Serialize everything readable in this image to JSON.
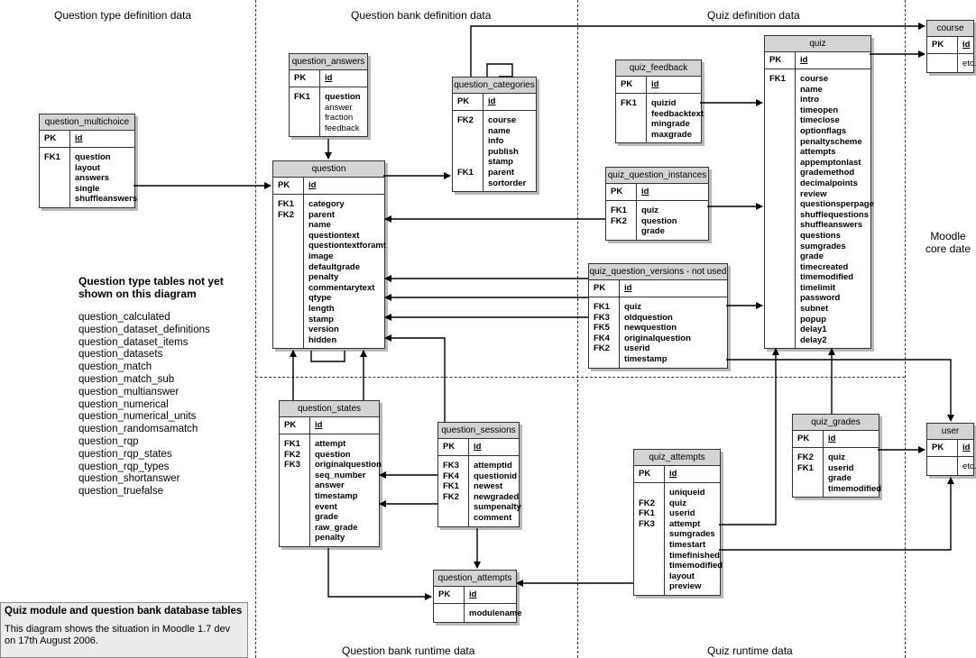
{
  "regions": {
    "question_type_definition": "Question type definition data",
    "question_bank_definition": "Question bank definition data",
    "quiz_definition": "Quiz definition data",
    "question_bank_runtime": "Question bank runtime data",
    "quiz_runtime": "Quiz runtime data",
    "moodle_core": "Moodle\ncore date"
  },
  "tables": {
    "question_multichoice": {
      "name": "question_multichoice",
      "pk": "id",
      "keys": [
        "FK1"
      ],
      "fields": [
        {
          "n": "question",
          "b": true
        },
        {
          "n": "layout",
          "b": true
        },
        {
          "n": "answers",
          "b": true
        },
        {
          "n": "single",
          "b": true
        },
        {
          "n": "shuffleanswers",
          "b": true
        }
      ]
    },
    "question_answers": {
      "name": "question_answers",
      "pk": "id",
      "keys": [
        "FK1"
      ],
      "fields": [
        {
          "n": "question",
          "b": true
        },
        {
          "n": "answer",
          "b": false
        },
        {
          "n": "fraction",
          "b": false
        },
        {
          "n": "feedback",
          "b": false
        }
      ]
    },
    "question": {
      "name": "question",
      "pk": "id",
      "keys": [
        "FK1",
        "FK2"
      ],
      "fields": [
        {
          "n": "category",
          "b": true
        },
        {
          "n": "parent",
          "b": true
        },
        {
          "n": "name",
          "b": true
        },
        {
          "n": "questiontext",
          "b": true
        },
        {
          "n": "questiontextforamt",
          "b": true
        },
        {
          "n": "image",
          "b": true
        },
        {
          "n": "defaultgrade",
          "b": true
        },
        {
          "n": "penalty",
          "b": true
        },
        {
          "n": "commentarytext",
          "b": true
        },
        {
          "n": "qtype",
          "b": true
        },
        {
          "n": "length",
          "b": true
        },
        {
          "n": "stamp",
          "b": true
        },
        {
          "n": "version",
          "b": true
        },
        {
          "n": "hidden",
          "b": true
        }
      ]
    },
    "question_categories": {
      "name": "question_categories",
      "pk": "id",
      "keys": [
        "FK2",
        "",
        "",
        "",
        "",
        "FK1"
      ],
      "fields": [
        {
          "n": "course",
          "b": true
        },
        {
          "n": "name",
          "b": true
        },
        {
          "n": "info",
          "b": true
        },
        {
          "n": "publish",
          "b": true
        },
        {
          "n": "stamp",
          "b": true
        },
        {
          "n": "parent",
          "b": true
        },
        {
          "n": "sortorder",
          "b": true
        }
      ]
    },
    "quiz_feedback": {
      "name": "quiz_feedback",
      "pk": "id",
      "keys": [
        "FK1"
      ],
      "fields": [
        {
          "n": "quizid",
          "b": true
        },
        {
          "n": "feedbacktext",
          "b": true
        },
        {
          "n": "mingrade",
          "b": true
        },
        {
          "n": "maxgrade",
          "b": true
        }
      ]
    },
    "quiz_question_instances": {
      "name": "quiz_question_instances",
      "pk": "id",
      "keys": [
        "FK1",
        "FK2"
      ],
      "fields": [
        {
          "n": "quiz",
          "b": true
        },
        {
          "n": "question",
          "b": true
        },
        {
          "n": "grade",
          "b": true
        }
      ]
    },
    "quiz_question_versions": {
      "name": "quiz_question_versions - not used",
      "pk": "id",
      "keys": [
        "FK1",
        "FK3",
        "FK5",
        "FK4",
        "FK2"
      ],
      "fields": [
        {
          "n": "quiz",
          "b": true
        },
        {
          "n": "oldquestion",
          "b": true
        },
        {
          "n": "newquestion",
          "b": true
        },
        {
          "n": "originalquestion",
          "b": true
        },
        {
          "n": "userid",
          "b": true
        },
        {
          "n": "timestamp",
          "b": true
        }
      ]
    },
    "quiz": {
      "name": "quiz",
      "pk": "id",
      "keys": [
        "FK1"
      ],
      "fields": [
        {
          "n": "course",
          "b": true
        },
        {
          "n": "name",
          "b": true
        },
        {
          "n": "intro",
          "b": true
        },
        {
          "n": "timeopen",
          "b": true
        },
        {
          "n": "timeclose",
          "b": true
        },
        {
          "n": "optionflags",
          "b": true
        },
        {
          "n": "penaltyscheme",
          "b": true
        },
        {
          "n": "attempts",
          "b": true
        },
        {
          "n": "appemptonlast",
          "b": true
        },
        {
          "n": "grademethod",
          "b": true
        },
        {
          "n": "decimalpoints",
          "b": true
        },
        {
          "n": "review",
          "b": true
        },
        {
          "n": "questionsperpage",
          "b": true
        },
        {
          "n": "shufflequestions",
          "b": true
        },
        {
          "n": "shuffleanswers",
          "b": true
        },
        {
          "n": "questions",
          "b": true
        },
        {
          "n": "sumgrades",
          "b": true
        },
        {
          "n": "grade",
          "b": true
        },
        {
          "n": "timecreated",
          "b": true
        },
        {
          "n": "timemodified",
          "b": true
        },
        {
          "n": "timelimit",
          "b": true
        },
        {
          "n": "password",
          "b": true
        },
        {
          "n": "subnet",
          "b": true
        },
        {
          "n": "popup",
          "b": true
        },
        {
          "n": "delay1",
          "b": true
        },
        {
          "n": "delay2",
          "b": true
        }
      ]
    },
    "course": {
      "name": "course",
      "pk": "id",
      "keys": [
        ""
      ],
      "fields": [
        {
          "n": "etc...",
          "b": false
        }
      ]
    },
    "user": {
      "name": "user",
      "pk": "id",
      "keys": [
        ""
      ],
      "fields": [
        {
          "n": "etc...",
          "b": false
        }
      ]
    },
    "question_states": {
      "name": "question_states",
      "pk": "id",
      "keys": [
        "FK1",
        "FK2",
        "FK3"
      ],
      "fields": [
        {
          "n": "attempt",
          "b": true
        },
        {
          "n": "question",
          "b": true
        },
        {
          "n": "originalquestion",
          "b": true
        },
        {
          "n": "seq_number",
          "b": true
        },
        {
          "n": "answer",
          "b": true
        },
        {
          "n": "timestamp",
          "b": true
        },
        {
          "n": "event",
          "b": true
        },
        {
          "n": "grade",
          "b": true
        },
        {
          "n": "raw_grade",
          "b": true
        },
        {
          "n": "penalty",
          "b": true
        }
      ]
    },
    "question_sessions": {
      "name": "question_sessions",
      "pk": "id",
      "keys": [
        "FK3",
        "FK4",
        "FK1",
        "FK2"
      ],
      "fields": [
        {
          "n": "attemptid",
          "b": true
        },
        {
          "n": "questionid",
          "b": true
        },
        {
          "n": "newest",
          "b": true
        },
        {
          "n": "newgraded",
          "b": true
        },
        {
          "n": "sumpenalty",
          "b": true
        },
        {
          "n": "comment",
          "b": true
        }
      ]
    },
    "question_attempts": {
      "name": "question_attempts",
      "pk": "id",
      "keys": [
        ""
      ],
      "fields": [
        {
          "n": "modulename",
          "b": true
        }
      ]
    },
    "quiz_attempts": {
      "name": "quiz_attempts",
      "pk": "id",
      "keys": [
        "",
        "FK2",
        "FK1",
        "FK3"
      ],
      "fields": [
        {
          "n": "uniqueid",
          "b": true
        },
        {
          "n": "quiz",
          "b": true
        },
        {
          "n": "userid",
          "b": true
        },
        {
          "n": "attempt",
          "b": true
        },
        {
          "n": "sumgrades",
          "b": true
        },
        {
          "n": "timestart",
          "b": true
        },
        {
          "n": "timefinished",
          "b": true
        },
        {
          "n": "timemodified",
          "b": true
        },
        {
          "n": "layout",
          "b": true
        },
        {
          "n": "preview",
          "b": true
        }
      ]
    },
    "quiz_grades": {
      "name": "quiz_grades",
      "pk": "id",
      "keys": [
        "FK2",
        "FK1"
      ],
      "fields": [
        {
          "n": "quiz",
          "b": true
        },
        {
          "n": "userid",
          "b": true
        },
        {
          "n": "grade",
          "b": true
        },
        {
          "n": "timemodified",
          "b": true
        }
      ]
    }
  },
  "pending": {
    "title": "Question type tables not yet shown on this diagram",
    "items": [
      "question_calculated",
      "question_dataset_definitions",
      "question_dataset_items",
      "question_datasets",
      "question_match",
      "question_match_sub",
      "question_multianswer",
      "question_numerical",
      "question_numerical_units",
      "question_randomsamatch",
      "question_rqp",
      "question_rqp_states",
      "question_rqp_types",
      "question_shortanswer",
      "question_truefalse"
    ]
  },
  "legend": {
    "title": "Quiz module and question bank database tables",
    "description": "This diagram shows the situation in Moodle 1.7 dev on 17th August 2006."
  }
}
